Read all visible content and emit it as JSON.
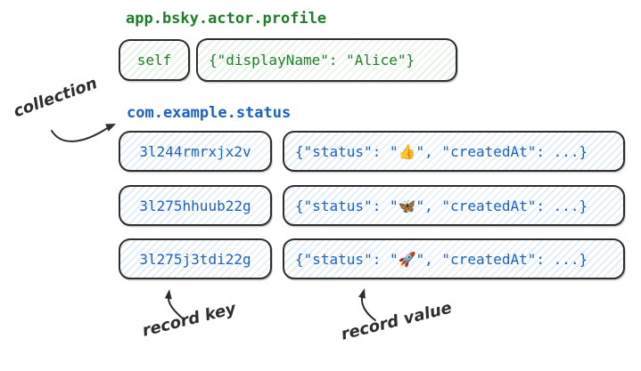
{
  "colors": {
    "green": "#1e7e27",
    "blue": "#1b61c3",
    "ink": "#2d2d2d",
    "green_hatch": "#def0de",
    "blue_hatch": "#d9e8f8"
  },
  "profile_section": {
    "collection_name": "app.bsky.actor.profile",
    "record": {
      "key": "self",
      "value": "{\"displayName\": \"Alice\"}"
    }
  },
  "status_section": {
    "collection_name": "com.example.status",
    "records": [
      {
        "key": "3l244rmrxjx2v",
        "value": "{\"status\": \"👍\", \"createdAt\": ...}"
      },
      {
        "key": "3l275hhuub22g",
        "value": "{\"status\": \"🦋\", \"createdAt\": ...}"
      },
      {
        "key": "3l275j3tdi22g",
        "value": "{\"status\": \"🚀\", \"createdAt\": ...}"
      }
    ]
  },
  "annotations": {
    "collection_label": "collection",
    "record_key_label": "record key",
    "record_value_label": "record value"
  }
}
